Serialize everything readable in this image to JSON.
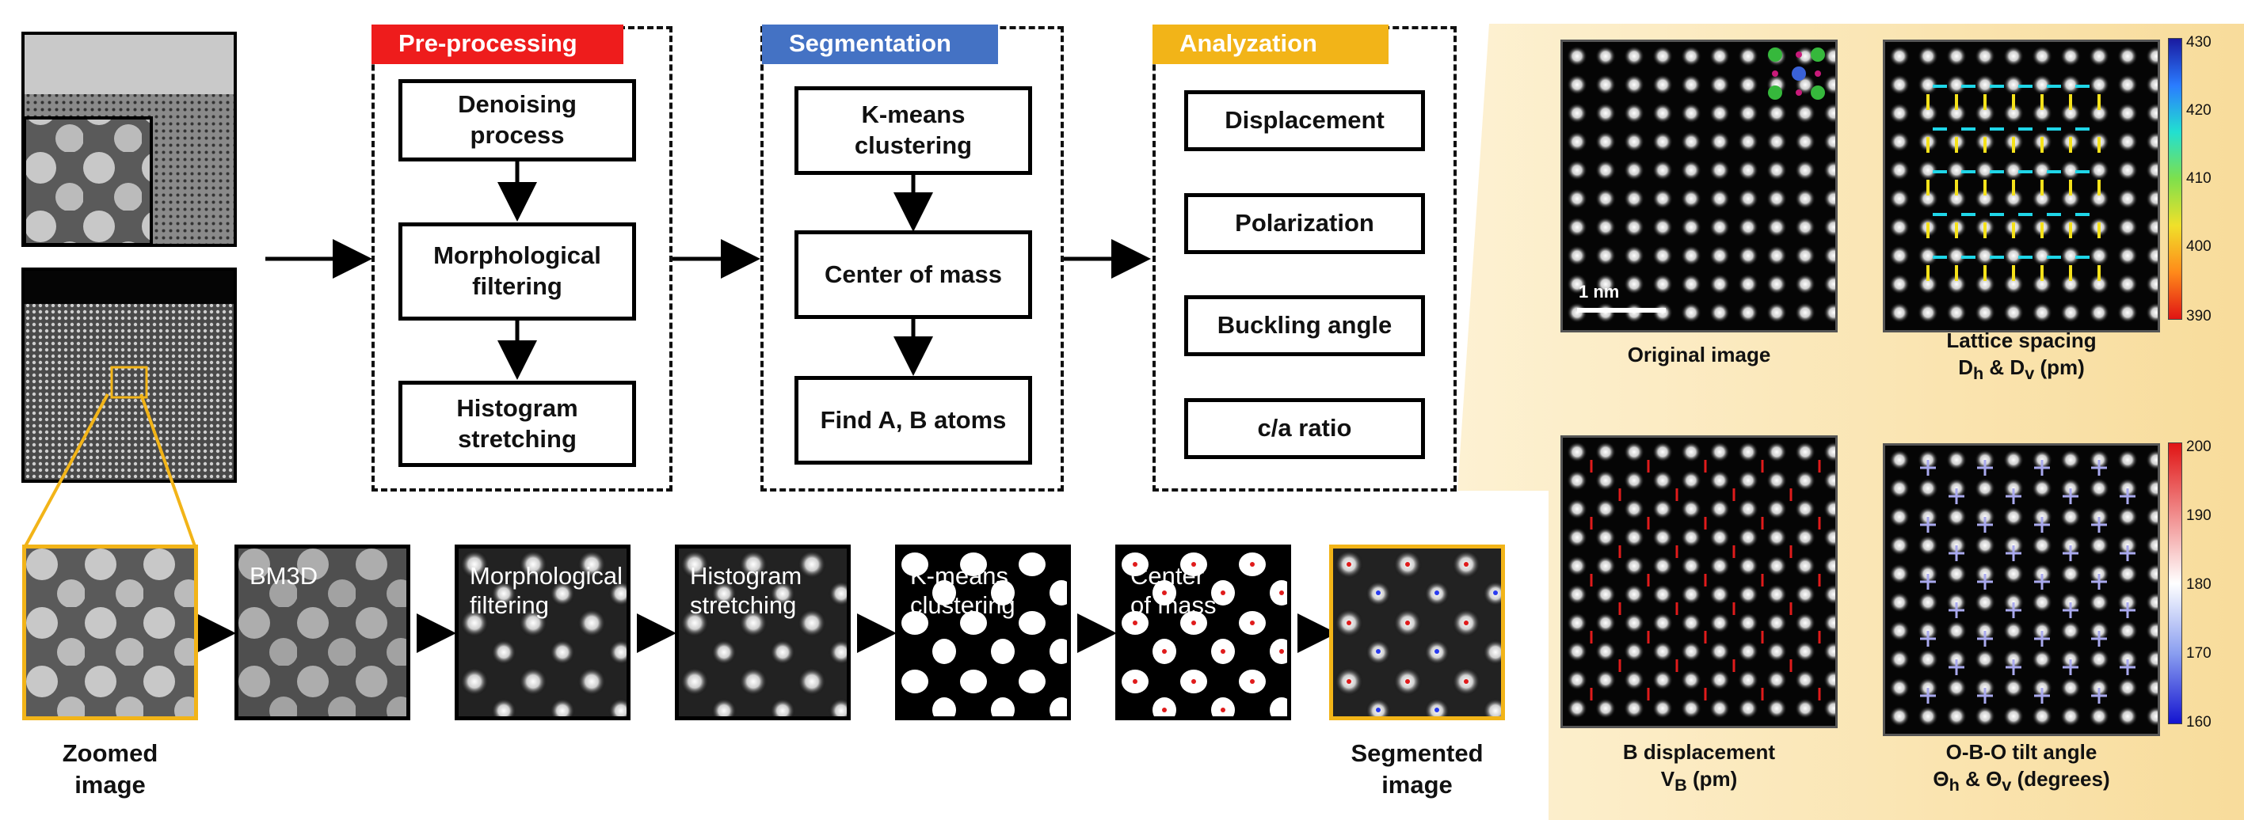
{
  "stages": {
    "preprocessing": {
      "label": "Pre-processing",
      "color": "#ee1c1c",
      "steps": [
        "Denoising\nprocess",
        "Morphological\nfiltering",
        "Histogram\nstretching"
      ]
    },
    "segmentation": {
      "label": "Segmentation",
      "color": "#4472c4",
      "steps": [
        "K-means\nclustering",
        "Center of mass",
        "Find A, B atoms"
      ]
    },
    "analyzation": {
      "label": "Analyzation",
      "color": "#f2b418",
      "steps": [
        "Displacement",
        "Polarization",
        "Buckling angle",
        "c/a ratio"
      ]
    }
  },
  "tiles": [
    "BM3D",
    "Morphological\nfiltering",
    "Histogram\nstretching",
    "K-means\nclustering",
    "Center\nof mass"
  ],
  "captions": {
    "zoomed": "Zoomed\nimage",
    "segmented": "Segmented\nimage"
  },
  "results": {
    "original": {
      "title": "Original image",
      "scalebar": "1 nm"
    },
    "lattice": {
      "title": "Lattice spacing",
      "sub_main": "D",
      "sub_h": "h",
      "sub_mid": " & D",
      "sub_v": "v",
      "sub_unit": " (pm)",
      "ticks": [
        "430",
        "420",
        "410",
        "400",
        "390"
      ]
    },
    "bdisp": {
      "title": "B displacement",
      "sub_main": "V",
      "sub_b": "B",
      "sub_unit": " (pm)"
    },
    "tilt": {
      "title": "O-B-O tilt angle",
      "sub_a": "Θ",
      "sub_h": "h",
      "sub_mid": " & Θ",
      "sub_v": "v",
      "sub_unit": " (degrees)",
      "ticks": [
        "200",
        "190",
        "180",
        "170",
        "160"
      ]
    }
  },
  "colors": {
    "right_panel_bg": "#fbe6b4",
    "highlight": "#f2b418",
    "dash_cyan": "#1fd6e8",
    "dash_yellow": "#f5e21a"
  }
}
